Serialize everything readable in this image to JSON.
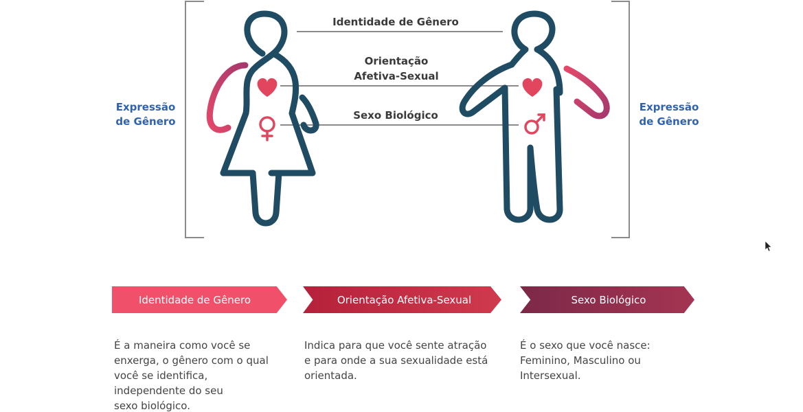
{
  "figure": {
    "center_labels": {
      "identity": "Identidade de Gênero",
      "orientation_line1": "Orientação",
      "orientation_line2": "Afetiva-Sexual",
      "sex": "Sexo Biológico"
    },
    "side_labels": {
      "left_line1": "Expressão",
      "left_line2": "de Gênero",
      "right_line1": "Expressão",
      "right_line2": "de Gênero"
    }
  },
  "categories": [
    {
      "title": "Identidade de Gênero",
      "description": [
        "É a maneira como você se",
        "enxerga, o gênero com o qual",
        "você se identifica,",
        "independente do seu",
        "sexo biológico."
      ]
    },
    {
      "title": "Orientação Afetiva-Sexual",
      "description": [
        "Indica para que você sente atração",
        "e para onde a sua sexualidade está",
        "orientada."
      ]
    },
    {
      "title": "Sexo Biológico",
      "description": [
        "É o sexo que você nasce:",
        "Feminino, Masculino ou",
        "Intersexual."
      ]
    }
  ],
  "colors": {
    "figure_outline": "#204c63",
    "heart": "#e1465e",
    "arm_gradient_start": "#e3486a",
    "arm_gradient_end": "#a6386d",
    "side_label": "#2f63ad",
    "bracket": "#8a8a8a",
    "arrow_1": "#f0506a",
    "arrow_2": "#c12d44",
    "arrow_3": "#8e2f4d"
  },
  "icons": {
    "heart": "heart-icon",
    "female": "female-symbol-icon",
    "male": "male-symbol-icon",
    "cursor": "mouse-cursor-icon"
  }
}
